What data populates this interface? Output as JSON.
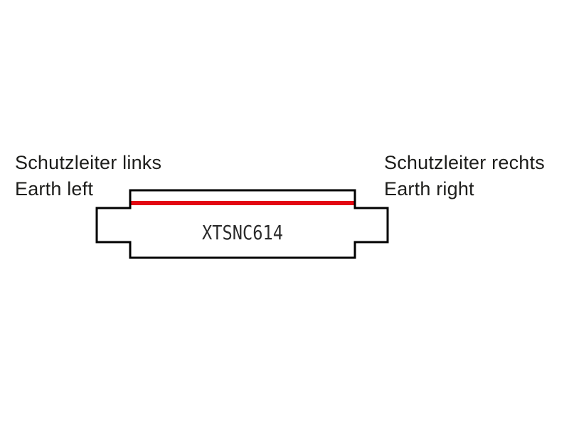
{
  "diagram": {
    "left_label": {
      "de": "Schutzleiter links",
      "en": "Earth left"
    },
    "right_label": {
      "de": "Schutzleiter rechts",
      "en": "Earth right"
    },
    "part_number": "XTSNC614",
    "colors": {
      "earth_line": "#e30613",
      "outline": "#000000",
      "label_text": "#1d1d1b",
      "part_number_text": "#2b2b2b",
      "background": "#ffffff"
    }
  }
}
